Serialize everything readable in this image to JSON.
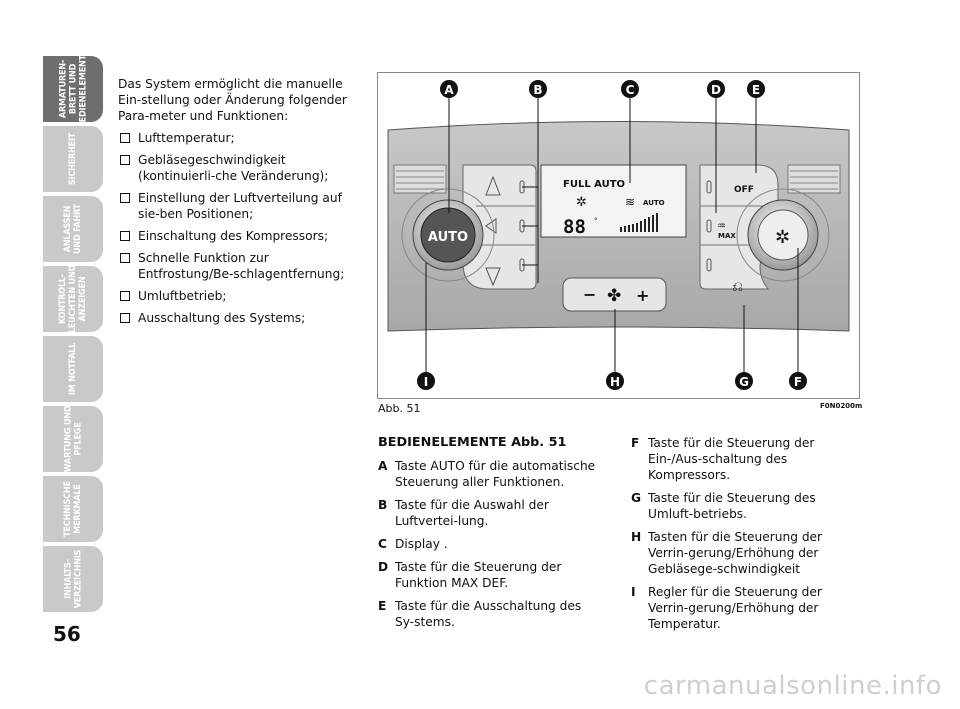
{
  "sidebar": {
    "tabs": [
      {
        "label": "ARMATUREN-\nBRETT UND\nBEDIENELEMENTE",
        "active": true
      },
      {
        "label": "SICHERHEIT",
        "active": false
      },
      {
        "label": "ANLASSEN\nUND FAHRT",
        "active": false
      },
      {
        "label": "KONTROLL-\nLEUCHTEN UND\nANZEIGEN",
        "active": false
      },
      {
        "label": "IM NOTFALL",
        "active": false
      },
      {
        "label": "WARTUNG UND\nPFLEGE",
        "active": false
      },
      {
        "label": "TECHNISCHE\nMERKMALE",
        "active": false
      },
      {
        "label": "INHALTS-\nVERZEICHNIS",
        "active": false
      }
    ]
  },
  "page_number": "56",
  "intro": {
    "text": "Das System ermöglicht die manuelle Ein-stellung oder Änderung folgender Para-meter und Funktionen:",
    "bullets": [
      "Lufttemperatur;",
      "Gebläsegeschwindigkeit (kontinuierli-che Veränderung);",
      "Einstellung der Luftverteilung auf sie-ben Positionen;",
      "Einschaltung des Kompressors;",
      "Schnelle Funktion zur Entfrostung/Be-schlagentfernung;",
      "Umluftbetrieb;",
      "Ausschaltung des Systems;"
    ]
  },
  "figure": {
    "caption": "Abb. 51",
    "code": "F0N0200m",
    "callouts": [
      "A",
      "B",
      "C",
      "D",
      "E",
      "F",
      "G",
      "H",
      "I"
    ],
    "panel": {
      "auto_label": "AUTO",
      "display_full_auto": "FULL AUTO",
      "display_auto": "AUTO",
      "display_digits": "88",
      "off_label": "OFF",
      "max_label": "MAX",
      "minus": "−",
      "plus": "+"
    }
  },
  "description": {
    "heading": "BEDIENELEMENTE Abb. 51",
    "col1": [
      {
        "key": "A",
        "text": "Taste AUTO für die automatische Steuerung aller Funktionen."
      },
      {
        "key": "B",
        "text": "Taste für die Auswahl der Luftvertei-lung."
      },
      {
        "key": "C",
        "text": "Display ."
      },
      {
        "key": "D",
        "text": "Taste für die Steuerung der Funktion MAX DEF."
      },
      {
        "key": "E",
        "text": "Taste für die Ausschaltung des Sy-stems."
      }
    ],
    "col2": [
      {
        "key": "F",
        "text": "Taste für die Steuerung der Ein-/Aus-schaltung des Kompressors."
      },
      {
        "key": "G",
        "text": "Taste für die Steuerung des Umluft-betriebs."
      },
      {
        "key": "H",
        "text": "Tasten für die Steuerung der Verrin-gerung/Erhöhung der Gebläsege-schwindigkeit"
      },
      {
        "key": "I",
        "text": "Regler für die Steuerung der Verrin-gerung/Erhöhung der Temperatur."
      }
    ]
  },
  "watermark": "carmanualsonline.info"
}
